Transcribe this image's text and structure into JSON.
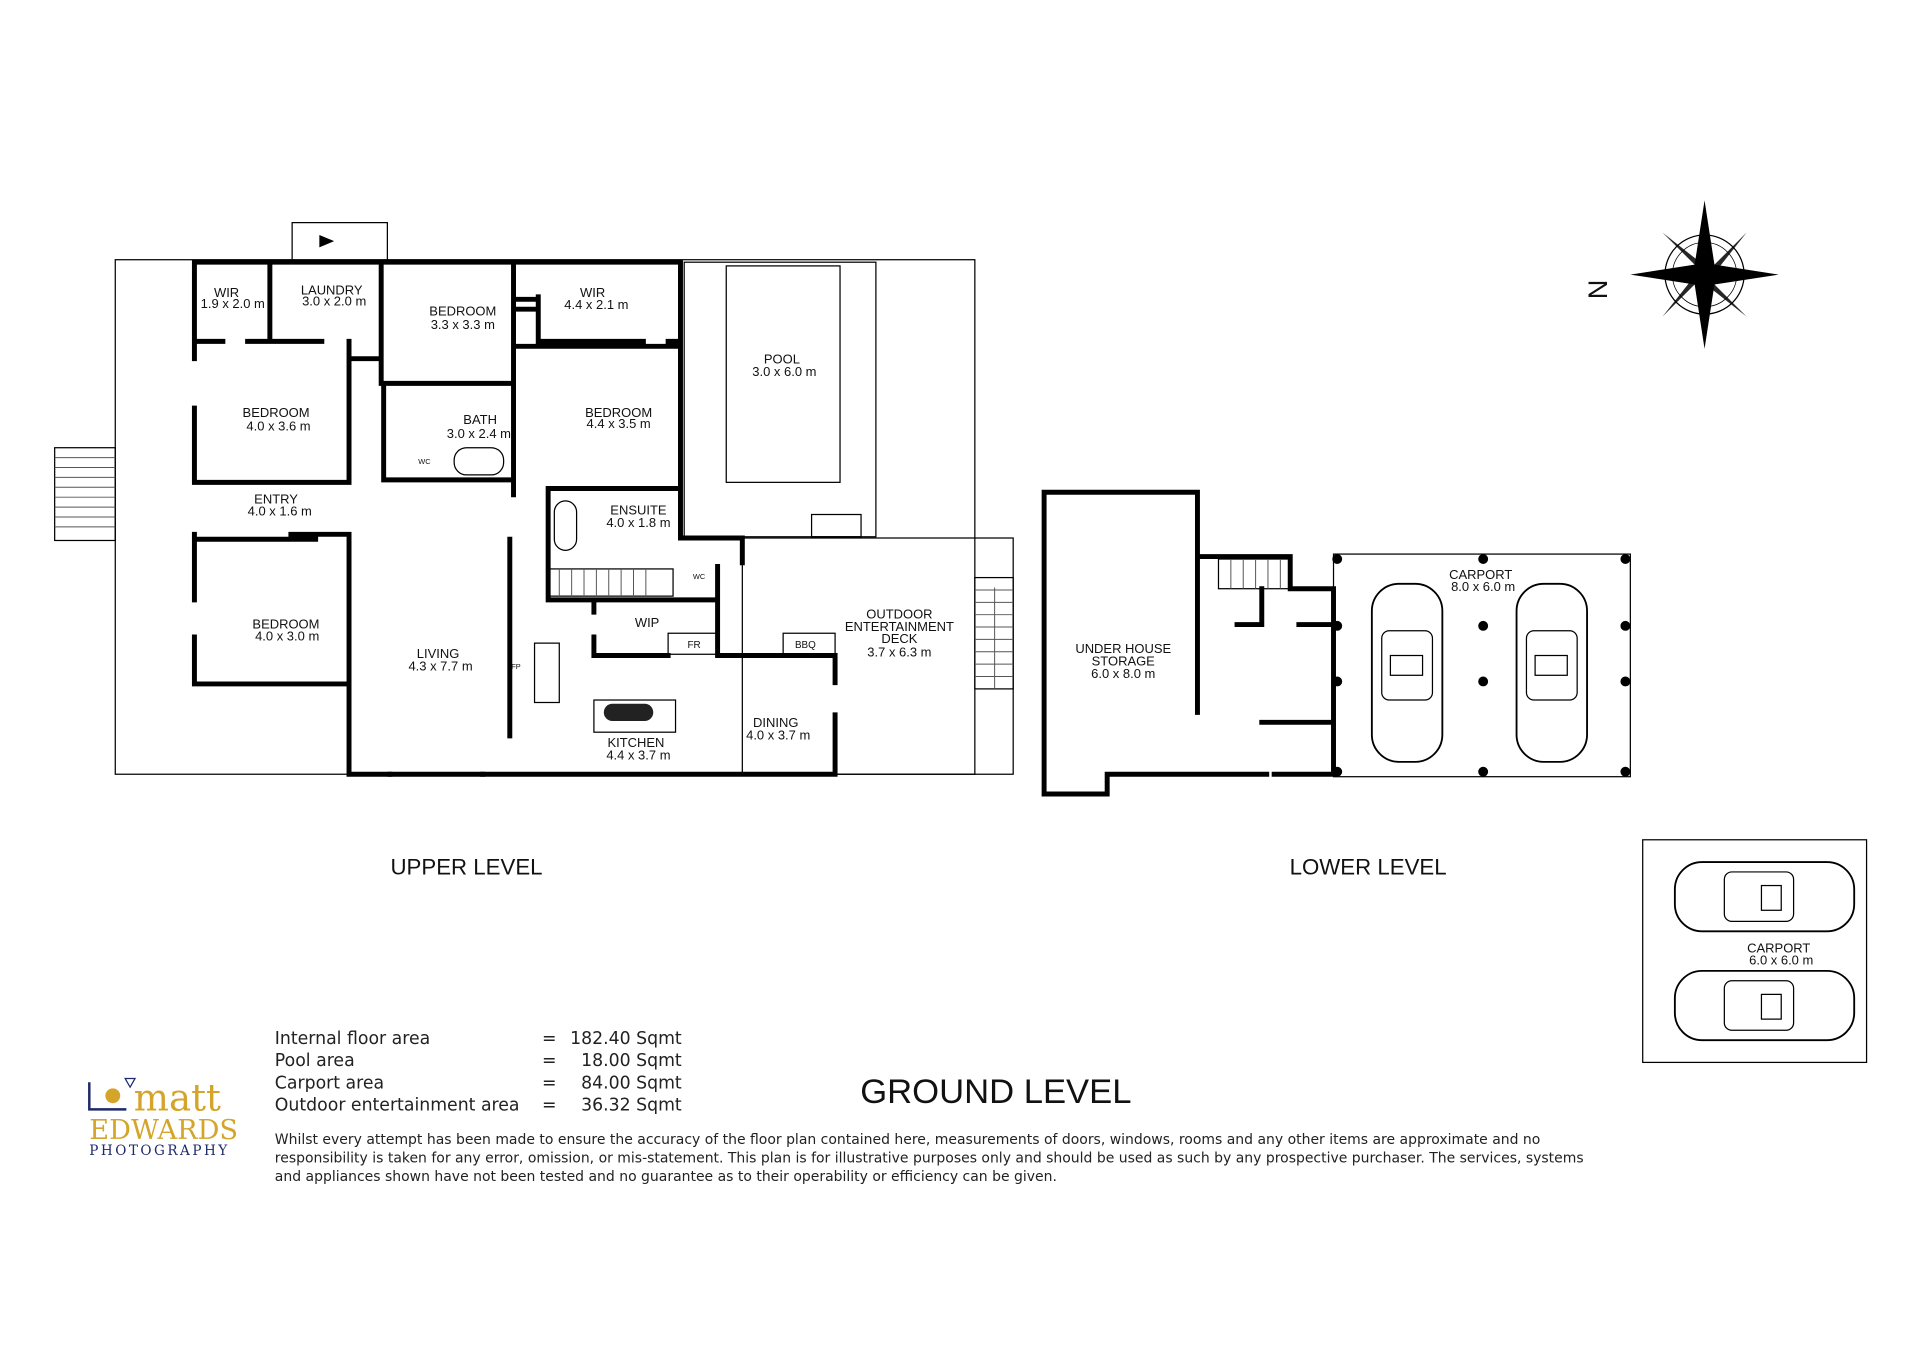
{
  "rooms": {
    "wir1": {
      "name": "WIR",
      "dims": "1.9  x  2.0 m"
    },
    "laundry": {
      "name": "LAUNDRY",
      "dims": "3.0  x  2.0 m"
    },
    "bedroom_top": {
      "name": "BEDROOM",
      "dims": "3.3  x  3.3 m"
    },
    "wir2": {
      "name": "WIR",
      "dims": "4.4  x  2.1 m"
    },
    "pool": {
      "name": "POOL",
      "dims": "3.0  x  6.0 m"
    },
    "bedroom_left": {
      "name": "BEDROOM",
      "dims": "4.0  x  3.6 m"
    },
    "bath": {
      "name": "BATH",
      "dims": "3.0  x  2.4 m"
    },
    "bedroom_main": {
      "name": "BEDROOM",
      "dims": "4.4  x  3.5 m"
    },
    "entry": {
      "name": "ENTRY",
      "dims": "4.0  x  1.6 m"
    },
    "ensuite": {
      "name": "ENSUITE",
      "dims": "4.0  x  1.8 m"
    },
    "bedroom_lower": {
      "name": "BEDROOM",
      "dims": "4.0  x  3.0 m"
    },
    "living": {
      "name": "LIVING",
      "dims": "4.3  x  7.7 m"
    },
    "wip": {
      "name": "WIP"
    },
    "fr": {
      "name": "FR"
    },
    "bbq": {
      "name": "BBQ"
    },
    "fp": {
      "name": "FP"
    },
    "wc1": {
      "name": "WC"
    },
    "wc2": {
      "name": "WC"
    },
    "deck": {
      "name1": "OUTDOOR",
      "name2": "ENTERTAINMENT",
      "name3": "DECK",
      "dims": "3.7  x  6.3 m"
    },
    "kitchen": {
      "name": "KITCHEN",
      "dims": "4.4  x  3.7 m"
    },
    "dining": {
      "name": "DINING",
      "dims": "4.0  x  3.7 m"
    },
    "storage": {
      "name1": "UNDER HOUSE",
      "name2": "STORAGE",
      "dims": "6.0  x  8.0 m"
    },
    "carport_lower": {
      "name": "CARPORT",
      "dims": "8.0  x  6.0 m"
    },
    "carport_ground": {
      "name": "CARPORT",
      "dims": "6.0  x  6.0 m"
    }
  },
  "levels": {
    "upper": "UPPER LEVEL",
    "lower": "LOWER LEVEL",
    "ground": "GROUND LEVEL"
  },
  "compass": {
    "north": "N"
  },
  "areas": [
    {
      "label": "Internal floor area",
      "eq": "=",
      "value": "182.40 Sqmt"
    },
    {
      "label": "Pool area",
      "eq": "=",
      "value": "18.00 Sqmt"
    },
    {
      "label": "Carport area",
      "eq": "=",
      "value": "84.00 Sqmt"
    },
    {
      "label": "Outdoor entertainment area",
      "eq": "=",
      "value": "36.32 Sqmt"
    }
  ],
  "disclaimer": [
    "Whilst every attempt has been made to ensure the accuracy of the floor plan contained here, measurements of doors, windows, rooms and any other items are approximate and no",
    "responsibility is taken for any error, omission, or mis-statement. This plan is for illustrative purposes only and should be used as such by any prospective purchaser. The services, systems",
    "and appliances shown have not been tested and no guarantee as to their operability or efficiency can be given."
  ],
  "logo": {
    "line1": "matt",
    "line2": "EDWARDS",
    "line3": "PHOTOGRAPHY"
  },
  "colors": {
    "logo_gold": "#d4a52a",
    "logo_navy": "#1f2a6b"
  }
}
